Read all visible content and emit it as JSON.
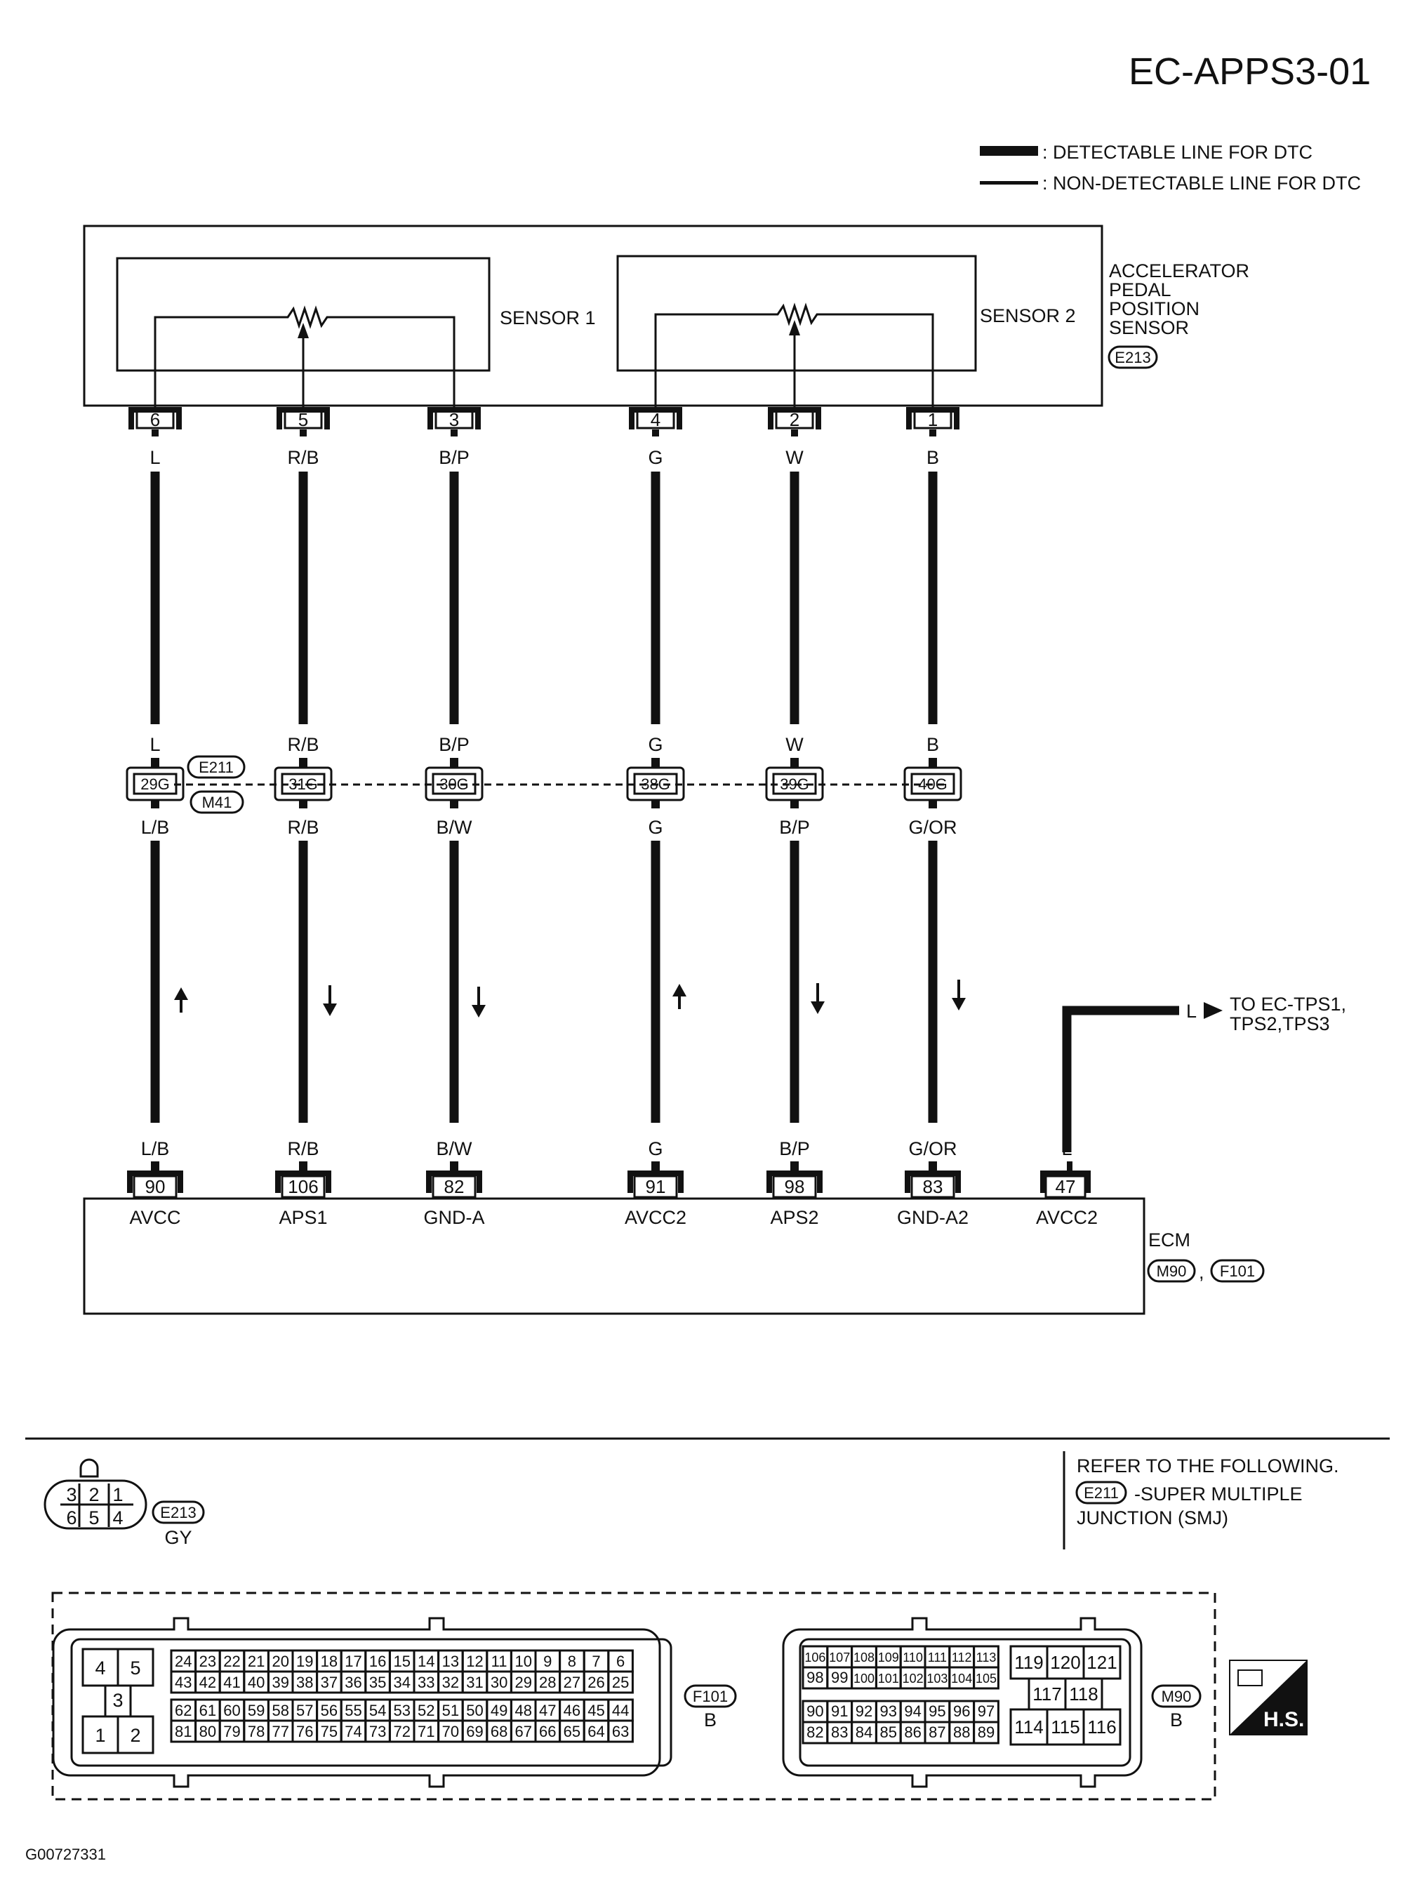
{
  "title": "EC-APPS3-01",
  "legend": {
    "detectable": ": DETECTABLE LINE FOR DTC",
    "non_detectable": ": NON-DETECTABLE LINE FOR DTC"
  },
  "sensor": {
    "label_lines": [
      "ACCELERATOR",
      "PEDAL",
      "POSITION",
      "SENSOR"
    ],
    "connector_id": "E213",
    "sensor1_label": "SENSOR 1",
    "sensor2_label": "SENSOR 2"
  },
  "junction": {
    "connector_top": "E211",
    "connector_bottom": "M41"
  },
  "ecm": {
    "label": "ECM",
    "connector1": "M90",
    "connector2": "F101",
    "separator": ","
  },
  "circuits": [
    {
      "sensor_pin": "6",
      "upper_wire": "L",
      "upper_wire2": "L",
      "junction_pin": "29G",
      "lower_wire": "L/B",
      "lower_wire2": "L/B",
      "ecm_pin": "90",
      "ecm_name": "AVCC"
    },
    {
      "sensor_pin": "5",
      "upper_wire": "R/B",
      "upper_wire2": "R/B",
      "junction_pin": "31G",
      "lower_wire": "R/B",
      "lower_wire2": "R/B",
      "ecm_pin": "106",
      "ecm_name": "APS1"
    },
    {
      "sensor_pin": "3",
      "upper_wire": "B/P",
      "upper_wire2": "B/P",
      "junction_pin": "30G",
      "lower_wire": "B/W",
      "lower_wire2": "B/W",
      "ecm_pin": "82",
      "ecm_name": "GND-A"
    },
    {
      "sensor_pin": "4",
      "upper_wire": "G",
      "upper_wire2": "G",
      "junction_pin": "38G",
      "lower_wire": "G",
      "lower_wire2": "G",
      "ecm_pin": "91",
      "ecm_name": "AVCC2"
    },
    {
      "sensor_pin": "2",
      "upper_wire": "W",
      "upper_wire2": "W",
      "junction_pin": "39G",
      "lower_wire": "B/P",
      "lower_wire2": "B/P",
      "ecm_pin": "98",
      "ecm_name": "APS2"
    },
    {
      "sensor_pin": "1",
      "upper_wire": "B",
      "upper_wire2": "B",
      "junction_pin": "40G",
      "lower_wire": "G/OR",
      "lower_wire2": "G/OR",
      "ecm_pin": "83",
      "ecm_name": "GND-A2"
    }
  ],
  "extra": {
    "wire": "L",
    "wire2": "L",
    "ecm_pin": "47",
    "ecm_name": "AVCC2",
    "to_line1": "TO EC-TPS1,",
    "to_line2": "TPS2,TPS3"
  },
  "e213_face": {
    "top": [
      "3",
      "2",
      "1"
    ],
    "bottom": [
      "6",
      "5",
      "4"
    ],
    "id": "E213",
    "color": "GY"
  },
  "refer": {
    "line1": "REFER TO THE FOLLOWING.",
    "connector": "E211",
    "line2": "-SUPER MULTIPLE",
    "line3": "JUNCTION (SMJ)"
  },
  "f101": {
    "id": "F101",
    "color": "B",
    "power_pins": [
      "4",
      "5",
      "3",
      "1",
      "2"
    ],
    "rows": [
      [
        "24",
        "23",
        "22",
        "21",
        "20",
        "19",
        "18",
        "17",
        "16",
        "15",
        "14",
        "13",
        "12",
        "11",
        "10",
        "9",
        "8",
        "7",
        "6"
      ],
      [
        "43",
        "42",
        "41",
        "40",
        "39",
        "38",
        "37",
        "36",
        "35",
        "34",
        "33",
        "32",
        "31",
        "30",
        "29",
        "28",
        "27",
        "26",
        "25"
      ],
      [
        "62",
        "61",
        "60",
        "59",
        "58",
        "57",
        "56",
        "55",
        "54",
        "53",
        "52",
        "51",
        "50",
        "49",
        "48",
        "47",
        "46",
        "45",
        "44"
      ],
      [
        "81",
        "80",
        "79",
        "78",
        "77",
        "76",
        "75",
        "74",
        "73",
        "72",
        "71",
        "70",
        "69",
        "68",
        "67",
        "66",
        "65",
        "64",
        "63"
      ]
    ]
  },
  "m90": {
    "id": "M90",
    "color": "B",
    "rows": [
      [
        "106",
        "107",
        "108",
        "109",
        "110",
        "111",
        "112",
        "113"
      ],
      [
        "98",
        "99",
        "100",
        "101",
        "102",
        "103",
        "104",
        "105"
      ],
      [
        "90",
        "91",
        "92",
        "93",
        "94",
        "95",
        "96",
        "97"
      ],
      [
        "82",
        "83",
        "84",
        "85",
        "86",
        "87",
        "88",
        "89"
      ]
    ],
    "big_top": [
      "119",
      "120",
      "121"
    ],
    "big_mid": [
      "117",
      "118"
    ],
    "big_bot": [
      "114",
      "115",
      "116"
    ]
  },
  "hs_badge": "H.S.",
  "footer_code": "G00727331"
}
